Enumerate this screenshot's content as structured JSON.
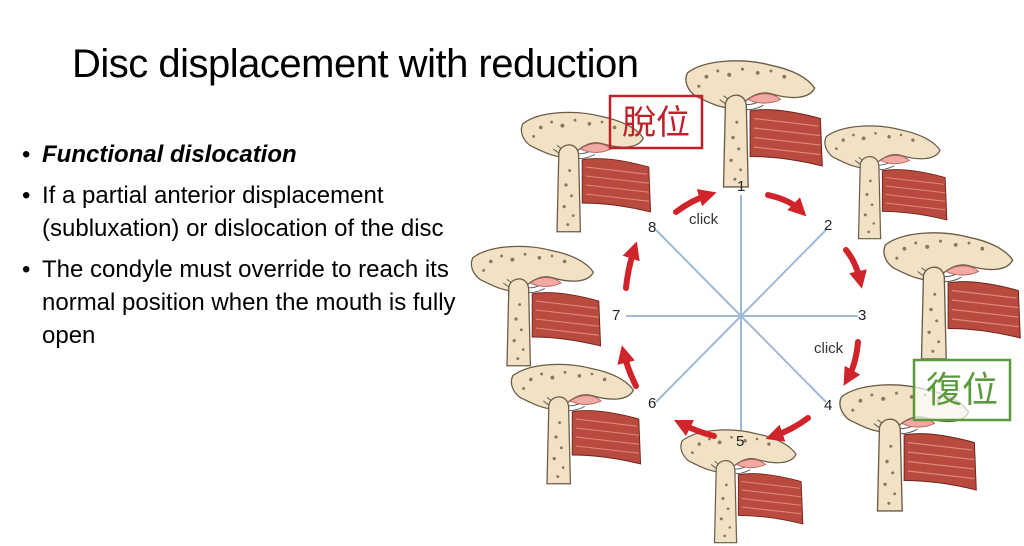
{
  "slide": {
    "title": "Disc displacement with reduction",
    "bullets": [
      "Functional dislocation",
      "If a partial anterior displacement (subluxation) or dislocation of the disc",
      "The condyle must override to reach its normal position when the mouth is fully open"
    ]
  },
  "diagram": {
    "positions": [
      "1",
      "2",
      "3",
      "4",
      "5",
      "6",
      "7",
      "8"
    ],
    "click_labels": [
      "click",
      "click"
    ],
    "stamp_dislocation": "脫位",
    "stamp_reduction": "復位",
    "colors": {
      "arrow": "#d0242a",
      "axis_line": "#9fbad6",
      "stamp_red": "#c0202a",
      "stamp_green": "#5a9a3a",
      "bone": "#f1e2c5",
      "muscle": "#b84a3e",
      "disc": "#f2a9a3"
    }
  }
}
